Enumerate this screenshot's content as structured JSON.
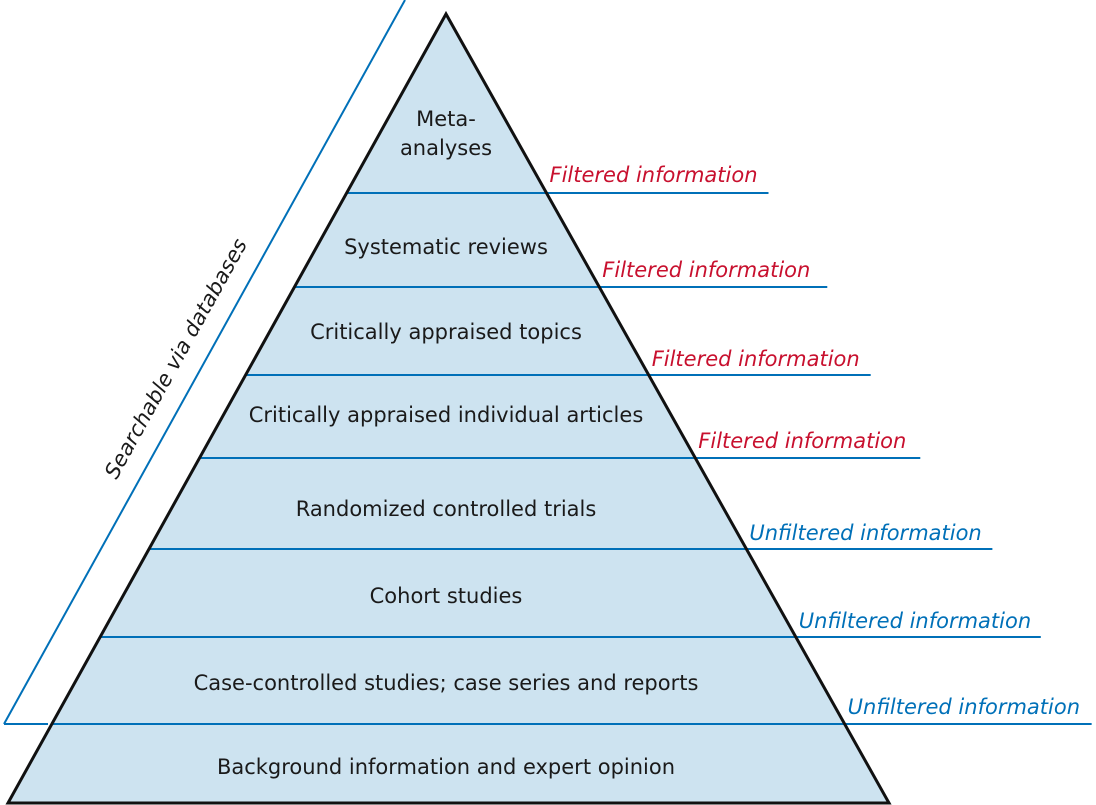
{
  "diagram": {
    "levels": [
      {
        "label_lines": [
          "Meta-",
          "analyses"
        ],
        "category": "Filtered information",
        "category_type": "filtered"
      },
      {
        "label_lines": [
          "Systematic reviews"
        ],
        "category": "Filtered information",
        "category_type": "filtered"
      },
      {
        "label_lines": [
          "Critically appraised topics"
        ],
        "category": "Filtered information",
        "category_type": "filtered"
      },
      {
        "label_lines": [
          "Critically appraised individual articles"
        ],
        "category": "Filtered information",
        "category_type": "filtered"
      },
      {
        "label_lines": [
          "Randomized controlled trials"
        ],
        "category": "Unfiltered information",
        "category_type": "unfiltered"
      },
      {
        "label_lines": [
          "Cohort studies"
        ],
        "category": "Unfiltered information",
        "category_type": "unfiltered"
      },
      {
        "label_lines": [
          "Case-controlled studies; case series and reports"
        ],
        "category": "Unfiltered information",
        "category_type": "unfiltered"
      },
      {
        "label_lines": [
          "Background information and expert opinion"
        ],
        "category": "",
        "category_type": ""
      }
    ],
    "side_caption": "Searchable via databases",
    "colors": {
      "fill": "#cde3f0",
      "divider": "#0070b8",
      "outline": "#111111",
      "filtered": "#c8102e",
      "unfiltered": "#0070b8"
    }
  }
}
